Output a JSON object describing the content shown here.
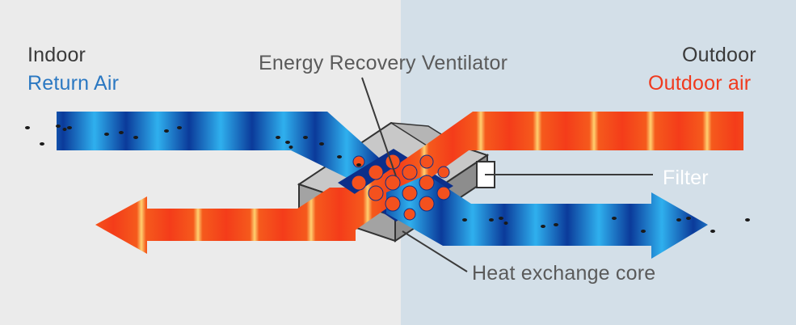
{
  "labels": {
    "indoor": "Indoor",
    "return_air": "Return Air",
    "outdoor": "Outdoor",
    "outdoor_air": "Outdoor air",
    "erv": "Energy Recovery Ventilator",
    "filter": "Filter",
    "core": "Heat exchange core"
  },
  "colors": {
    "indoor_bg": "#ebebeb",
    "outdoor_bg": "#d3dfe8",
    "return_air_text": "#2b78c2",
    "outdoor_air_text": "#f03a1e",
    "cold_dark": "#0b3a9a",
    "cold_light": "#2fb0ee",
    "hot_red": "#f43c1a",
    "hot_yellow": "#ffd070"
  }
}
